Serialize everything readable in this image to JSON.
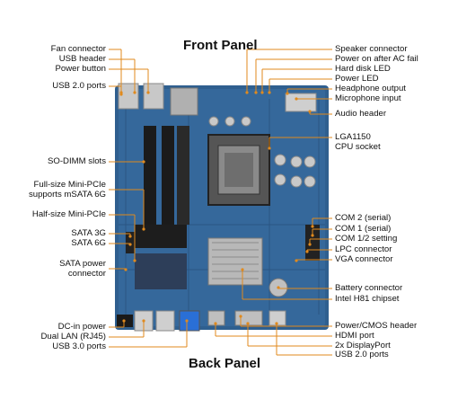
{
  "front_panel": "Front Panel",
  "back_panel": "Back Panel",
  "left_labels": [
    "Fan connector",
    "USB header",
    "Power button",
    "USB 2.0 ports",
    "SO-DIMM slots",
    "Full-size Mini-PCIe\nsupports mSATA 6G",
    "Half-size Mini-PCIe",
    "SATA 3G",
    "SATA 6G",
    "SATA power\nconnector",
    "DC-in power",
    "Dual LAN (RJ45)",
    "USB 3.0 ports"
  ],
  "right_labels": [
    "Speaker connector",
    "Power on after AC fail",
    "Hard disk LED",
    "Power LED",
    "Headphone output",
    "Microphone input",
    "Audio header",
    "LGA1150\nCPU socket",
    "COM 2 (serial)",
    "COM 1 (serial)",
    "COM 1/2 setting",
    "LPC connector",
    "VGA connector",
    "Battery connector",
    "Intel H81 chipset",
    "Power/CMOS header",
    "HDMI port",
    "2x DisplayPort",
    "USB 2.0 ports"
  ],
  "colors": {
    "leader": "#e08a1e",
    "pcb": "#2f5f8f",
    "pcb_dark": "#1e3f63",
    "text": "#111111"
  }
}
